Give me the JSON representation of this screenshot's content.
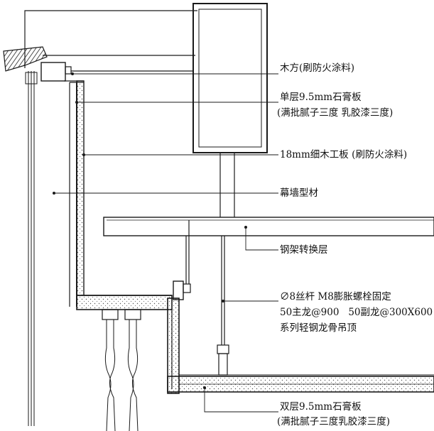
{
  "labels": {
    "timber_block": "木方(刷防火涂料)",
    "gypsum_single_1": "单层9.5mm石膏板",
    "gypsum_single_2": "(满批腻子三度 乳胶漆三度)",
    "plywood": "18mm细木工板 (刷防火涂料)",
    "curtain_wall_profile": "幕墙型材",
    "steel_frame_transfer": "钢架转换层",
    "hanger_rod": "∅8丝杆 M8膨胀螺栓固定",
    "main_keel": "50主龙@900   50副龙@300X600",
    "ceiling_system": "系列轻钢龙骨吊顶",
    "gypsum_double_1": "双层9.5mm石膏板",
    "gypsum_double_2": "(满批腻子三度乳胶漆三度)"
  },
  "colors": {
    "line": "#1a1a1a",
    "background": "#ffffff"
  }
}
